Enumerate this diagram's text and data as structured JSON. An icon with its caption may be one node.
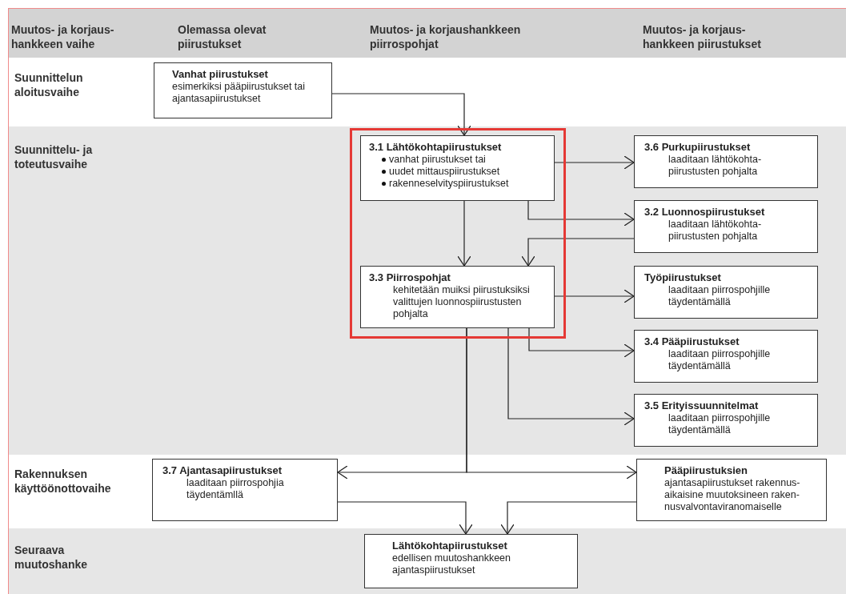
{
  "diagram": {
    "nodes": [
      {
        "text": [
          "Vanhat piirustukset",
          "esimerkiksi pääpiirustukset tai ajantasapiirustukset"
        ]
      },
      {
        "text": [],
        "shape": "box"
      },
      {
        "text": [
          "3.1 Lähtökohtapiirustukset",
          "vanhat piirustukset tai",
          "uudet mittauspiirustukset",
          "rakenneselvityspiirustukset"
        ],
        "in": 1
      },
      {
        "text": [
          "3.3 Piirrospohjat",
          "kehitetään muiksi piirustuksiksi valittujen luonnospiirustusten pohjalta"
        ],
        "in": 1
      },
      {
        "text": [
          "3.6 Purkupiirustukset",
          "laaditaan lähtökohta-piirustusten pohjalta"
        ]
      },
      {
        "text": [
          "3.2 Luonnospiirustukset",
          "laaditaan lähtökohta-piirustusten pohjalta"
        ]
      },
      {
        "text": [
          "Työpiirustukset",
          "laaditaan piirrospohjille täydentämällä"
        ]
      },
      {
        "text": [
          "3.4 Pääpiirustukset",
          "laaditaan piirrospohjille täydentämällä"
        ]
      },
      {
        "text": [
          "3.5 Erityissuunnitelmat",
          "laaditaan piirrospohjille täydentämällä"
        ]
      },
      {
        "text": [
          "3.7 Ajantasapiirustukset",
          "laaditaan piirrospohjia täydentämllä"
        ]
      },
      {
        "text": [
          "Pääpiirustuksien",
          "ajantasapiirustukset rakennus-aikaisine muutoksineen raken-nusvalvontaviranomaiselle"
        ]
      },
      {
        "text": [
          "Lähtökohtapiirustukset",
          "edellisen muutoshankkeen ajantaspiirustukset"
        ]
      }
    ],
    "edges": [
      {
        "from": 0,
        "to": 2,
        "arrow": "to"
      },
      {
        "from": 2,
        "to": 4,
        "arrow": "to"
      },
      {
        "from": 2,
        "to": 5,
        "arrow": "to"
      },
      {
        "from": 5,
        "to": 3,
        "arrow": "to"
      },
      {
        "from": 2,
        "to": 3,
        "arrow": "to"
      },
      {
        "from": 3,
        "to": 6,
        "arrow": "to"
      },
      {
        "from": 3,
        "to": 7,
        "arrow": "to"
      },
      {
        "from": 3,
        "to": 8,
        "arrow": "to"
      },
      {
        "from": 3,
        "to": 9,
        "arrow": "to"
      },
      {
        "from": 3,
        "to": 10,
        "arrow": "to"
      },
      {
        "from": 9,
        "to": 11,
        "arrow": "to"
      },
      {
        "from": 10,
        "to": 11,
        "arrow": "to"
      }
    ],
    "labels": [
      "Muutos- ja korjaus-hankkeen vaihe",
      "Olemassa olevat piirustukset",
      "Muutos- ja korjaushankkeen piirrospohjat",
      "Muutos- ja korjaus-hankkeen piirustukset",
      "Suunnittelun aloitusvaihe",
      "Suunnittelu- ja toteutusvaihe",
      "Rakennuksen käyttöönottovaihe",
      "Seuraava muutoshanke"
    ]
  }
}
